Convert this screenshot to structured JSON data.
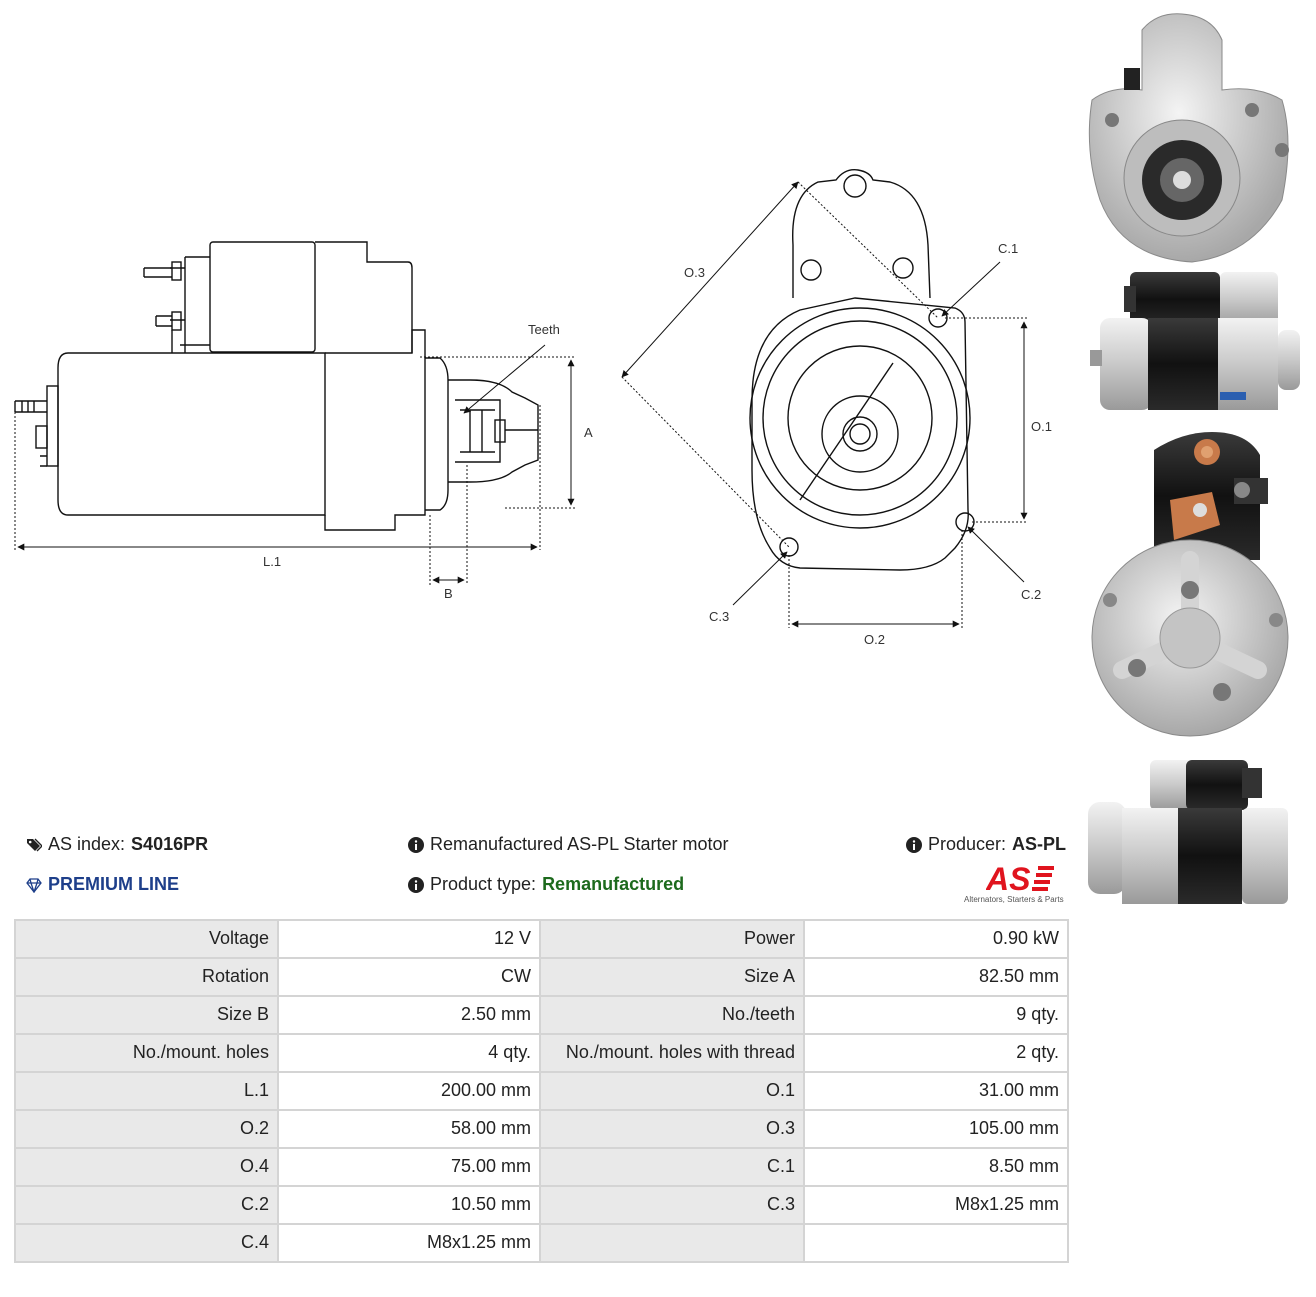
{
  "drawing": {
    "labels": {
      "teeth": "Teeth",
      "a": "A",
      "l1": "L.1",
      "b": "B",
      "o3": "O.3",
      "c1": "C.1",
      "o1": "O.1",
      "c2": "C.2",
      "c3": "C.3",
      "o2": "O.2"
    }
  },
  "info": {
    "as_index_label": "AS index:",
    "as_index_value": "S4016PR",
    "premium": "PREMIUM LINE",
    "description": "Remanufactured AS-PL Starter motor",
    "product_type_label": "Product type:",
    "product_type_value": "Remanufactured",
    "producer_label": "Producer:",
    "producer_value": "AS-PL",
    "logo_text": "AS",
    "logo_tagline": "Alternators, Starters & Parts"
  },
  "colors": {
    "premium_blue": "#1e3f8a",
    "product_type_green": "#1d6a1d",
    "logo_red": "#e0141e",
    "label_cell_bg": "#e9e9e9"
  },
  "specs": [
    {
      "l1": "Voltage",
      "v1": "12 V",
      "l2": "Power",
      "v2": "0.90 kW"
    },
    {
      "l1": "Rotation",
      "v1": "CW",
      "l2": "Size A",
      "v2": "82.50 mm"
    },
    {
      "l1": "Size B",
      "v1": "2.50 mm",
      "l2": "No./teeth",
      "v2": "9 qty."
    },
    {
      "l1": "No./mount. holes",
      "v1": "4 qty.",
      "l2": "No./mount. holes with thread",
      "v2": "2 qty."
    },
    {
      "l1": "L.1",
      "v1": "200.00 mm",
      "l2": "O.1",
      "v2": "31.00 mm"
    },
    {
      "l1": "O.2",
      "v1": "58.00 mm",
      "l2": "O.3",
      "v2": "105.00 mm"
    },
    {
      "l1": "O.4",
      "v1": "75.00 mm",
      "l2": "C.1",
      "v2": "8.50 mm"
    },
    {
      "l1": "C.2",
      "v1": "10.50 mm",
      "l2": "C.3",
      "v2": "M8x1.25 mm"
    },
    {
      "l1": "C.4",
      "v1": "M8x1.25 mm",
      "l2": "",
      "v2": ""
    }
  ]
}
